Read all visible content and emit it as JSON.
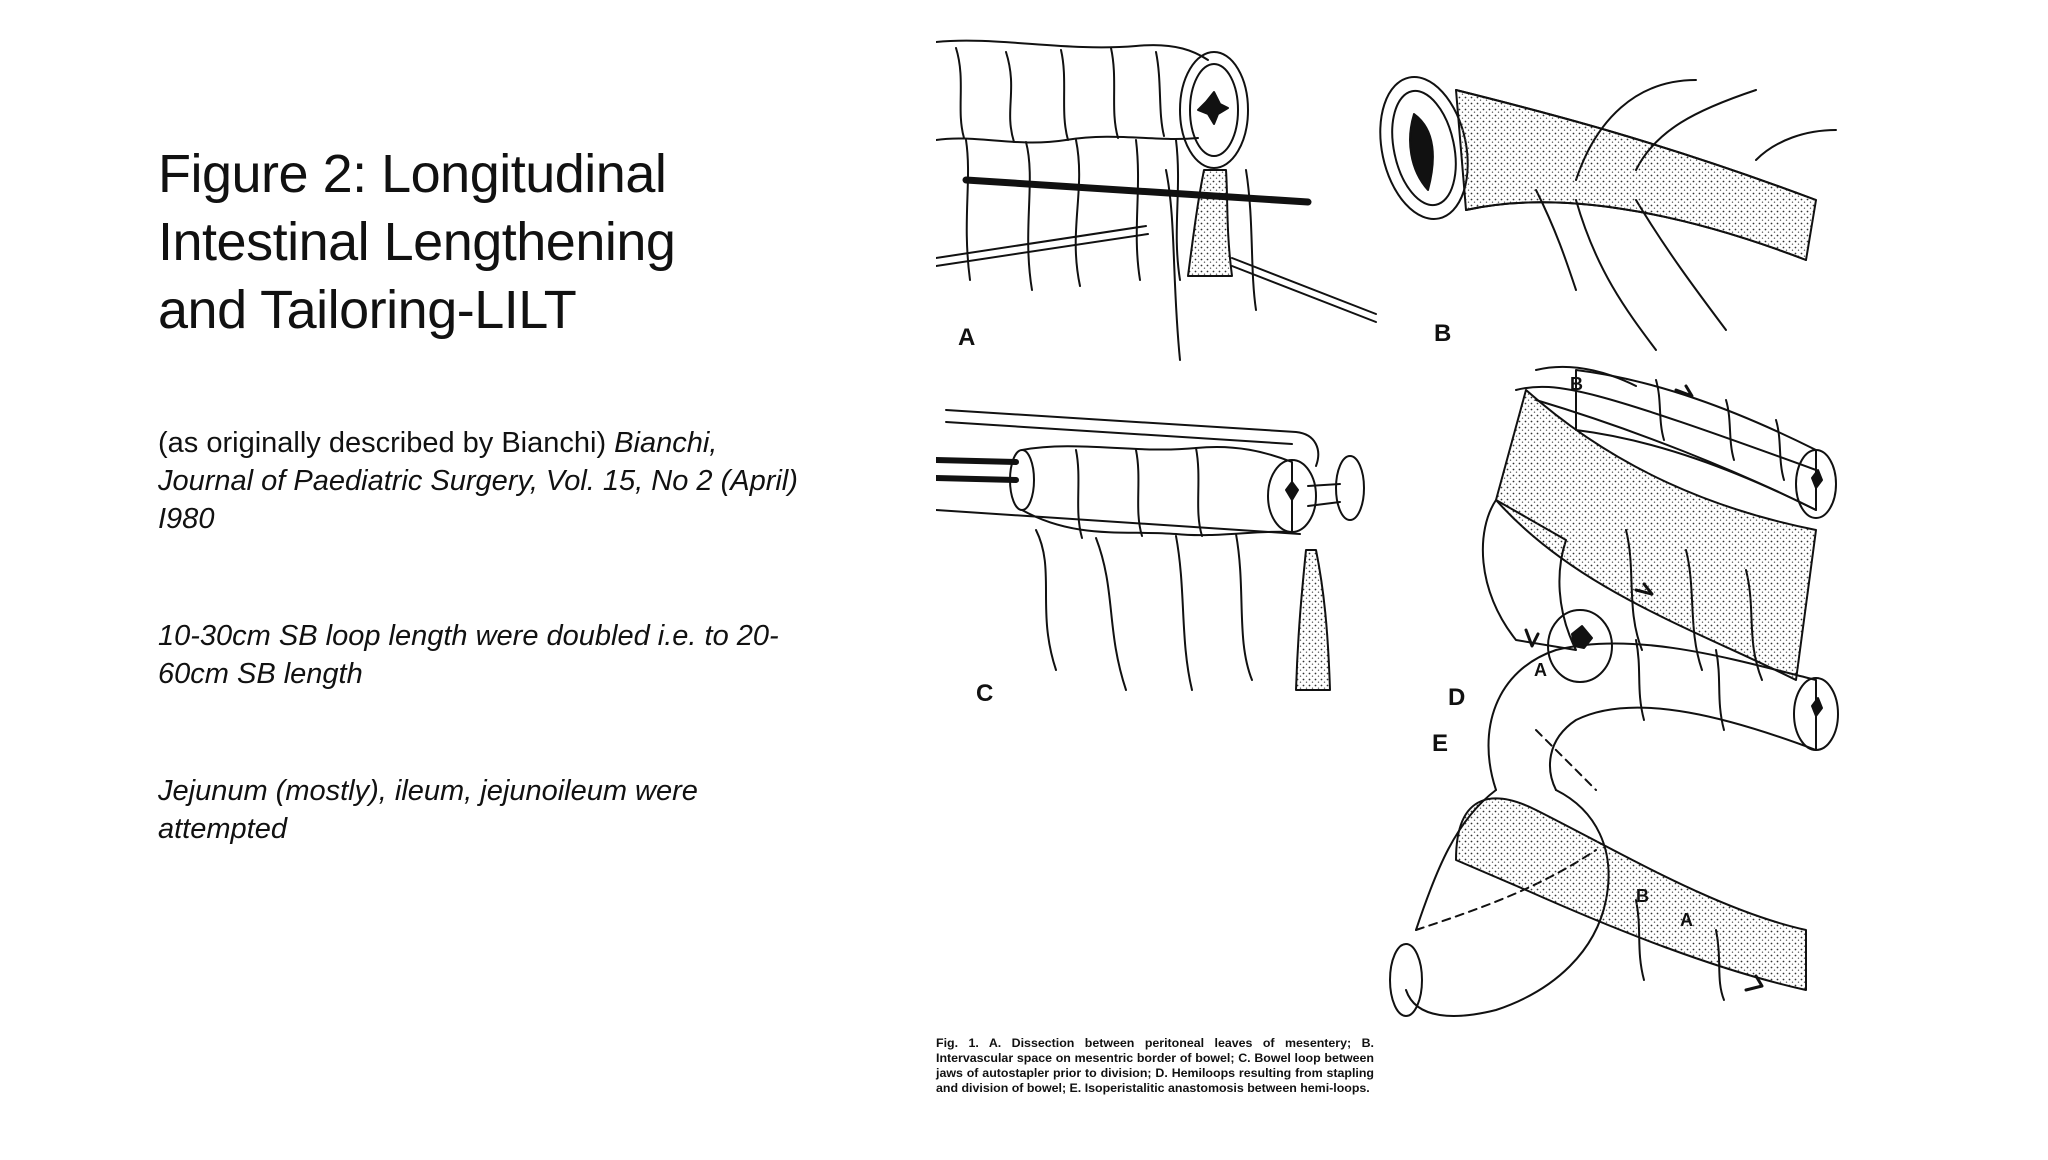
{
  "slide": {
    "title_lines": [
      "Figure 2: Longitudinal",
      "Intestinal Lengthening",
      "and Tailoring-LILT"
    ],
    "reference": {
      "plain": "(as originally described by Bianchi) ",
      "italic": "Bianchi, Journal of Paediatric Surgery, Vol. 15, No 2 (April) I980"
    },
    "loop_length": "10-30cm SB loop length were doubled i.e. to 20-60cm SB length",
    "segments": "Jejunum (mostly), ileum, jejunoileum were attempted"
  },
  "figure": {
    "panel_labels": {
      "a": "A",
      "b": "B",
      "c": "C",
      "d": "D",
      "e": "E"
    },
    "loop_labels": {
      "d_top": "B",
      "d_bottom": "A",
      "e_b": "B",
      "e_a": "A"
    },
    "caption": "Fig. 1.   A. Dissection between peritoneal leaves of mesentery; B. Intervascular space on mesentric border of bowel; C. Bowel loop between jaws of autostapler prior to division; D. Hemiloops resulting from stapling and division of bowel; E. Isoperistalitic anastomosis between hemi-loops."
  }
}
